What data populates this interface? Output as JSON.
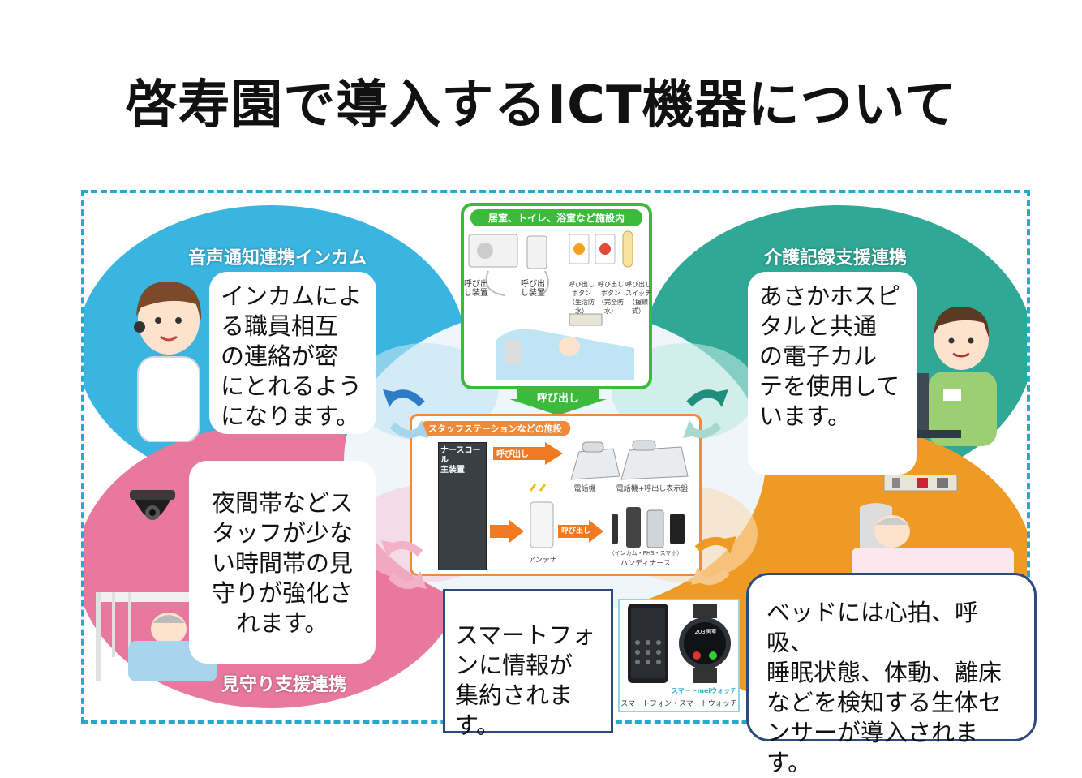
{
  "title": "啓寿園で導入するICT機器について",
  "colors": {
    "frame": "#25a9cf",
    "blue": "#3ab4e0",
    "teal": "#2fa896",
    "pink": "#e8789d",
    "orange": "#ef9a25",
    "green": "#3cba3c",
    "orange_border": "#ef8a3a",
    "navy": "#2e4a7a"
  },
  "areas": {
    "intercom": {
      "label": "音声通知連携インカム",
      "text": "インカムによ\nる職員相互\nの連絡が密\nにとれるよう\nになります。"
    },
    "records": {
      "label": "介護記録支援連携",
      "text": "あさかホスピ\nタルと共通\nの電子カル\nテを使用して\nいます。"
    },
    "watch": {
      "label": "見守り支援連携",
      "text": "夜間帯などス\nタッフが少な\nい時間帯の見\n守りが強化さ\nれます。"
    },
    "sensor": {
      "text": "ベッドには心拍、呼吸、\n睡眠状態、体動、離床\nなどを検知する生体セ\nンサーが導入されます。"
    },
    "smartphone": {
      "text": "スマートフォ\nンに情報が\n集約されます。"
    }
  },
  "facility": {
    "label": "居室、トイレ、浴室など施設内",
    "devices": [
      "呼び出し装置",
      "呼び出し装置",
      "呼び出しボタン（生活防水）",
      "呼び出しボタン（完全防水）",
      "呼び出しスイッチ（握線式）"
    ],
    "call_label": "呼び出し"
  },
  "station": {
    "label": "スタッフステーションなどの施設",
    "nursecall": "ナースコール\n主装置",
    "call_label1": "呼び出し",
    "call_label2": "呼び出し",
    "phone1": "電話機",
    "phone2": "電話機+呼出し表示盤",
    "antenna": "アンテナ",
    "handy_sub": "（インカム・PHS・スマホ）",
    "handy": "ハンディナース"
  },
  "phone_panel": {
    "watch_name": "スマートmeiウォッチ",
    "caption": "スマートフォン・スマートウォッチ",
    "watch_screen": "203居室"
  }
}
